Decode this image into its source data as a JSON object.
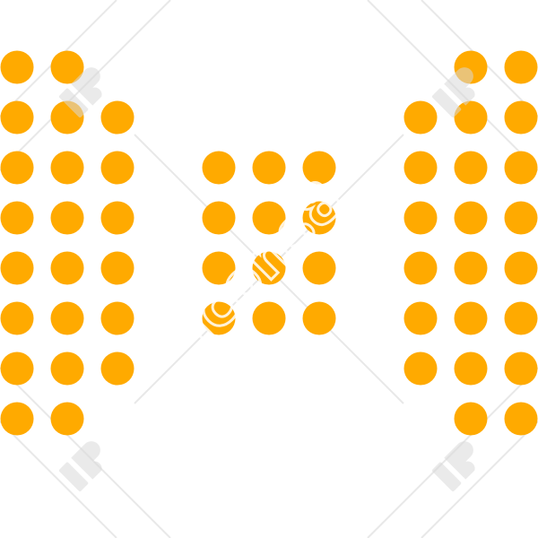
{
  "icon": {
    "name": "dot-grid-icon",
    "dot_color": "#FFAA00",
    "background_color": "#FFFFFF"
  },
  "watermark": {
    "brand": "icons8",
    "color": "#D9D9D9",
    "line_color": "#E8E8E8"
  },
  "groups": {
    "left": {
      "columns": 3,
      "rows": 8,
      "filled": [
        [
          1,
          1,
          0
        ],
        [
          1,
          1,
          1
        ],
        [
          1,
          1,
          1
        ],
        [
          1,
          1,
          1
        ],
        [
          1,
          1,
          1
        ],
        [
          1,
          1,
          1
        ],
        [
          1,
          1,
          1
        ],
        [
          1,
          1,
          0
        ]
      ]
    },
    "center": {
      "columns": 3,
      "rows": 4,
      "filled": [
        [
          1,
          1,
          1
        ],
        [
          1,
          1,
          1
        ],
        [
          1,
          1,
          1
        ],
        [
          1,
          1,
          1
        ]
      ]
    },
    "right": {
      "columns": 3,
      "rows": 8,
      "filled": [
        [
          0,
          1,
          1
        ],
        [
          1,
          1,
          1
        ],
        [
          1,
          1,
          1
        ],
        [
          1,
          1,
          1
        ],
        [
          1,
          1,
          1
        ],
        [
          1,
          1,
          1
        ],
        [
          1,
          1,
          1
        ],
        [
          0,
          1,
          1
        ]
      ]
    }
  }
}
